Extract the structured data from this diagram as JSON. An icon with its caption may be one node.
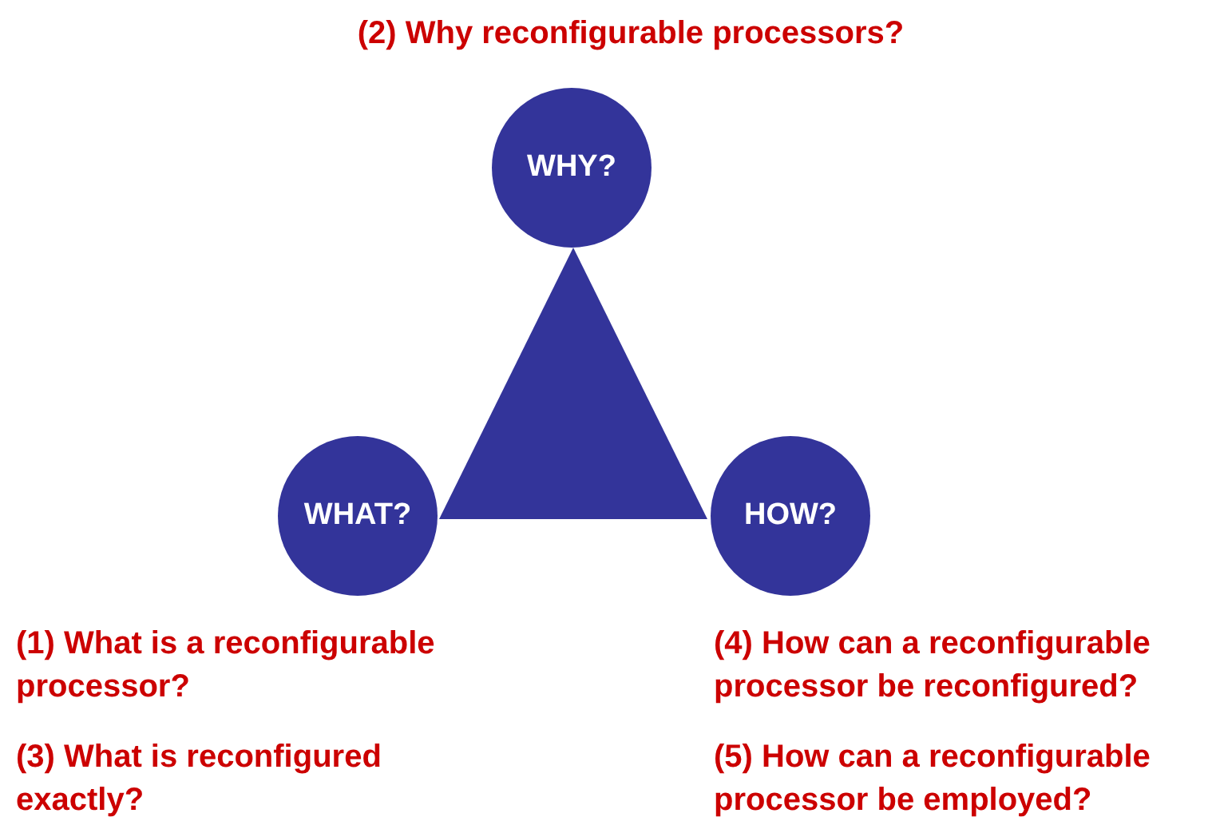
{
  "diagram": {
    "nodes": [
      {
        "text": [
          "WHY?"
        ]
      },
      {
        "text": [],
        "shape": "triangle"
      },
      {
        "text": [
          "WHAT?"
        ]
      },
      {
        "text": [
          "HOW?"
        ]
      }
    ],
    "labels": [
      "(2) Why reconfigurable processors?",
      "(1) What is a reconfigurable processor?",
      "(4) How can a reconfigurable processor be reconfigured?",
      "(3) What is reconfigured exactly?",
      "(5) How can a reconfigurable processor be employed?"
    ]
  }
}
